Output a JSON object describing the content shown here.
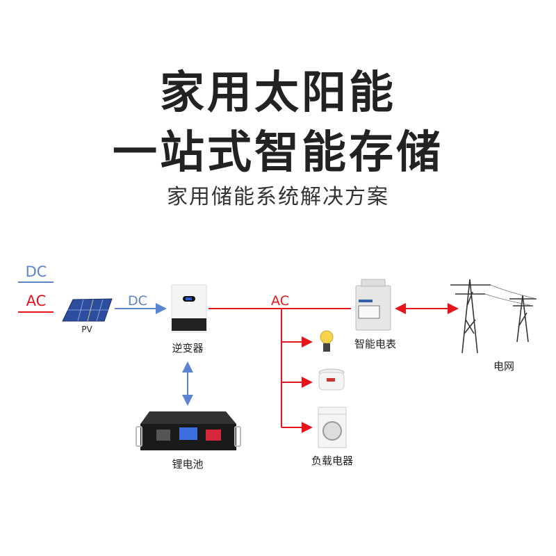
{
  "title": {
    "line1": "家用太阳能",
    "line2": "一站式智能存储",
    "subtitle": "家用储能系统解决方案"
  },
  "legend": {
    "dc": "DC",
    "ac": "AC"
  },
  "labels": {
    "pv": "PV",
    "dc_flow": "DC",
    "ac_flow": "AC",
    "inverter": "逆变器",
    "battery": "锂电池",
    "meter": "智能电表",
    "grid": "电网",
    "loads": "负载电器"
  },
  "colors": {
    "dc": "#5b84cf",
    "ac": "#e8141b",
    "text": "#222222"
  }
}
